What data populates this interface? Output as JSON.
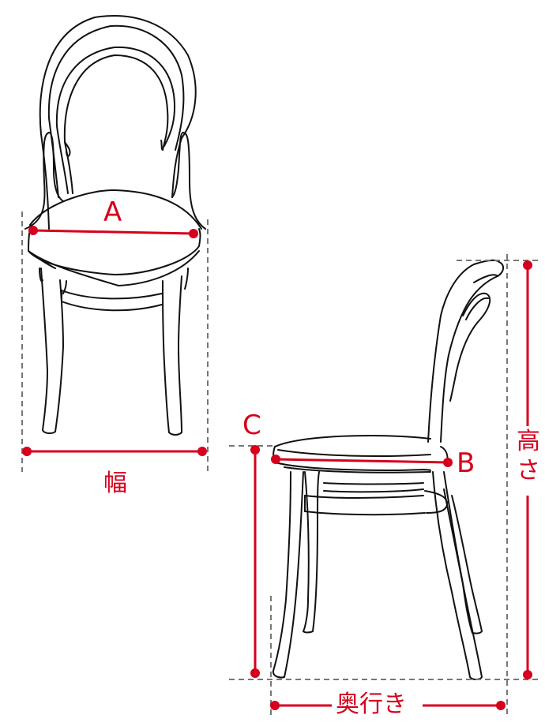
{
  "diagram": {
    "type": "furniture-dimension-diagram",
    "subject": "bentwood chair",
    "views": [
      "front",
      "side"
    ],
    "accent_color": "#d6001c",
    "guide_color": "#777777",
    "line_color": "#111111"
  },
  "labels": {
    "seat_width": "A",
    "seat_depth": "B",
    "seat_height": "C",
    "width": "幅",
    "height_1": "高",
    "height_2": "さ",
    "depth": "奥行き"
  }
}
